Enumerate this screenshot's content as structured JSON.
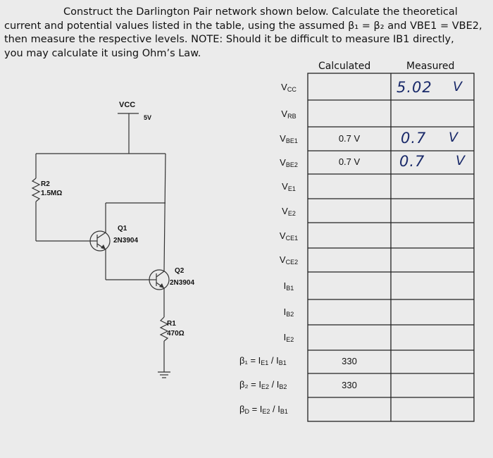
{
  "instructions": {
    "line1": "Construct the Darlington Pair network shown below. Calculate the theoretical",
    "line2": "current and potential values listed in the table, using the assumed β₁ = β₂ and VBE1 = VBE2,",
    "line3": "then measure the respective levels. NOTE: Should it be difficult to measure IB1 directly,",
    "line4": "you may calculate it using Ohm’s Law."
  },
  "table": {
    "headers": {
      "calculated": "Calculated",
      "measured": "Measured"
    },
    "rows": [
      {
        "label": "V",
        "sub": "CC",
        "calculated": "",
        "measured": "5.02",
        "unit": "V"
      },
      {
        "label": "V",
        "sub": "RB",
        "calculated": "",
        "measured": "",
        "unit": ""
      },
      {
        "label": "V",
        "sub": "BE1",
        "calculated": "0.7 V",
        "measured": "0.7",
        "unit": "V"
      },
      {
        "label": "V",
        "sub": "BE2",
        "calculated": "0.7 V",
        "measured": "0.7",
        "unit": "V"
      },
      {
        "label": "V",
        "sub": "E1",
        "calculated": "",
        "measured": "",
        "unit": ""
      },
      {
        "label": "V",
        "sub": "E2",
        "calculated": "",
        "measured": "",
        "unit": ""
      },
      {
        "label": "V",
        "sub": "CE1",
        "calculated": "",
        "measured": "",
        "unit": ""
      },
      {
        "label": "V",
        "sub": "CE2",
        "calculated": "",
        "measured": "",
        "unit": ""
      },
      {
        "label": "I",
        "sub": "B1",
        "calculated": "",
        "measured": "",
        "unit": ""
      },
      {
        "label": "I",
        "sub": "B2",
        "calculated": "",
        "measured": "",
        "unit": ""
      },
      {
        "label": "I",
        "sub": "E2",
        "calculated": "",
        "measured": "",
        "unit": ""
      },
      {
        "label": "β₁ = I",
        "sub": "E1",
        "tail": " / I",
        "tail_sub": "B1",
        "calculated": "330",
        "measured": "",
        "unit": ""
      },
      {
        "label": "β₂ = I",
        "sub": "E2",
        "tail": " / I",
        "tail_sub": "B2",
        "calculated": "330",
        "measured": "",
        "unit": ""
      },
      {
        "label": "β",
        "sub": "D",
        "mid": " = I",
        "mid_sub": "E2",
        "tail": " / I",
        "tail_sub": "B1",
        "calculated": "",
        "measured": "",
        "unit": ""
      }
    ]
  },
  "circuit": {
    "vcc_label": "VCC",
    "vcc_value": "5V",
    "r2_name": "R2",
    "r2_value": "1.5MΩ",
    "q1_name": "Q1",
    "q1_part": "2N3904",
    "q2_name": "Q2",
    "q2_part": "2N3904",
    "r1_name": "R1",
    "r1_value": "470Ω"
  }
}
